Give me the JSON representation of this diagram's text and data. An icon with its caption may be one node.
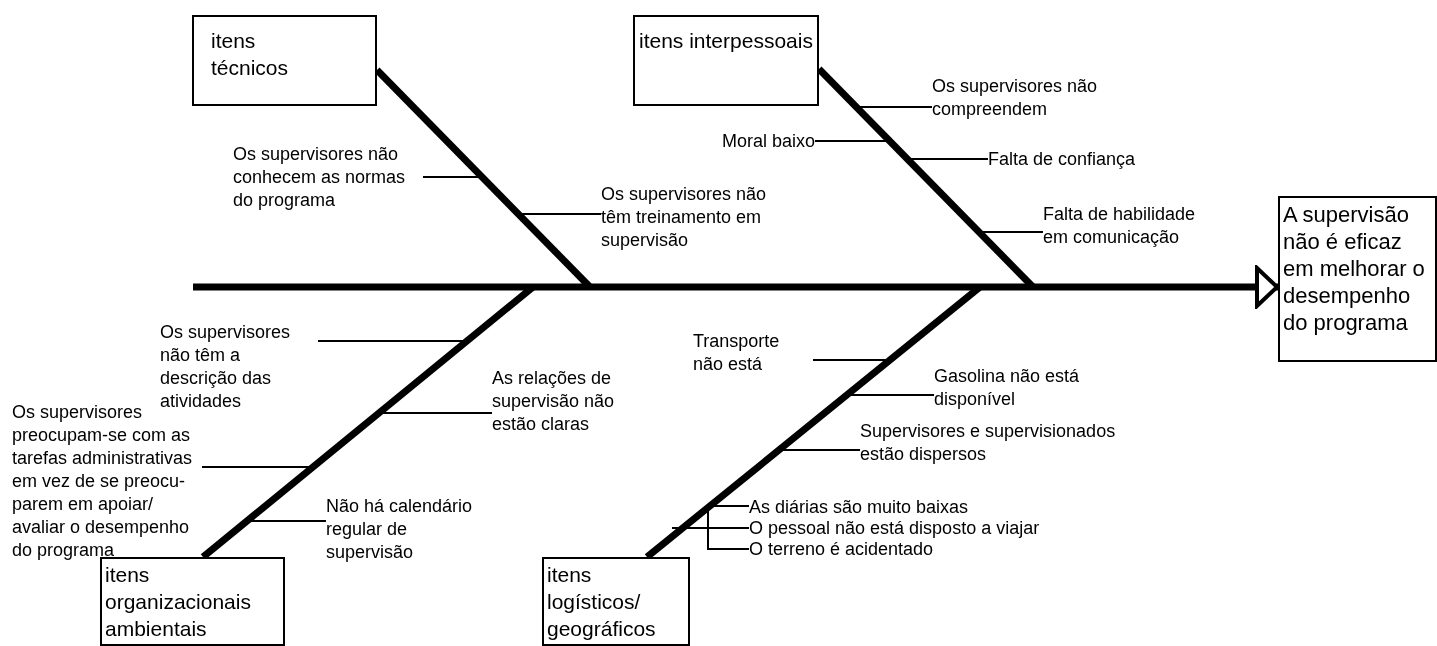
{
  "diagram": {
    "nodes": [
      {
        "text": [
          "itens técnicos"
        ]
      },
      {
        "text": [
          "itens interpessoais"
        ]
      },
      {
        "text": [
          "A supervisão não é eficaz em melhorar o desempenho do programa"
        ]
      },
      {
        "text": [
          "Os supervisores não conhecem as normas do programa"
        ]
      },
      {
        "text": [
          "Os supervisores não têm treinamento em supervisão"
        ]
      },
      {
        "text": [
          "Os supervisores não compreendem"
        ]
      },
      {
        "text": [
          "Moral baixo"
        ]
      },
      {
        "text": [
          "Falta de confiança"
        ]
      },
      {
        "text": [
          "Falta de habilidade em comunicação"
        ]
      },
      {
        "text": [
          "Os supervisores não têm a descrição das atividades"
        ]
      },
      {
        "text": [
          "As relações de supervisão não estão claras"
        ]
      },
      {
        "text": [
          "Transporte não está"
        ]
      },
      {
        "text": [
          "Gasolina não está disponível"
        ]
      },
      {
        "text": [
          "Os supervisores preocupam-se com as tarefas administrativas em vez de se preocu- parem em apoiar/ avaliar o desempenho do programa"
        ]
      },
      {
        "text": [
          "Supervisores e supervisionados estão dispersos"
        ]
      },
      {
        "text": [
          "Não há calendário regular de supervisão"
        ]
      },
      {
        "text": [
          "As diárias são muito baixas"
        ]
      },
      {
        "text": [
          "O pessoal não está disposto a viajar"
        ]
      },
      {
        "text": [
          "O terreno é acidentado"
        ]
      },
      {
        "text": [
          "itens organizacionais ambientais"
        ]
      },
      {
        "text": [
          "itens logísticos/ geográficos"
        ]
      }
    ],
    "edges": [
      {
        "from": null,
        "to": 2,
        "arrow": "to",
        "style": "thick"
      },
      {
        "from": 0,
        "to": null,
        "arrow": "none",
        "style": "thick"
      },
      {
        "from": 1,
        "to": null,
        "arrow": "none",
        "style": "thick"
      },
      {
        "from": 19,
        "to": null,
        "arrow": "none",
        "style": "thick"
      },
      {
        "from": 20,
        "to": null,
        "arrow": "none",
        "style": "thick"
      },
      {
        "from": 3,
        "to": null,
        "arrow": "none"
      },
      {
        "from": 4,
        "to": null,
        "arrow": "none"
      },
      {
        "from": 5,
        "to": null,
        "arrow": "none"
      },
      {
        "from": 6,
        "to": null,
        "arrow": "none"
      },
      {
        "from": 7,
        "to": null,
        "arrow": "none"
      },
      {
        "from": 8,
        "to": null,
        "arrow": "none"
      },
      {
        "from": 9,
        "to": null,
        "arrow": "none"
      },
      {
        "from": 10,
        "to": null,
        "arrow": "none"
      },
      {
        "from": 11,
        "to": null,
        "arrow": "none"
      },
      {
        "from": 12,
        "to": null,
        "arrow": "none"
      },
      {
        "from": 13,
        "to": null,
        "arrow": "none"
      },
      {
        "from": 14,
        "to": null,
        "arrow": "none"
      },
      {
        "from": 15,
        "to": null,
        "arrow": "none"
      },
      {
        "from": 16,
        "to": null,
        "arrow": "none"
      },
      {
        "from": 17,
        "to": null,
        "arrow": "none"
      },
      {
        "from": 18,
        "to": null,
        "arrow": "none"
      }
    ]
  }
}
